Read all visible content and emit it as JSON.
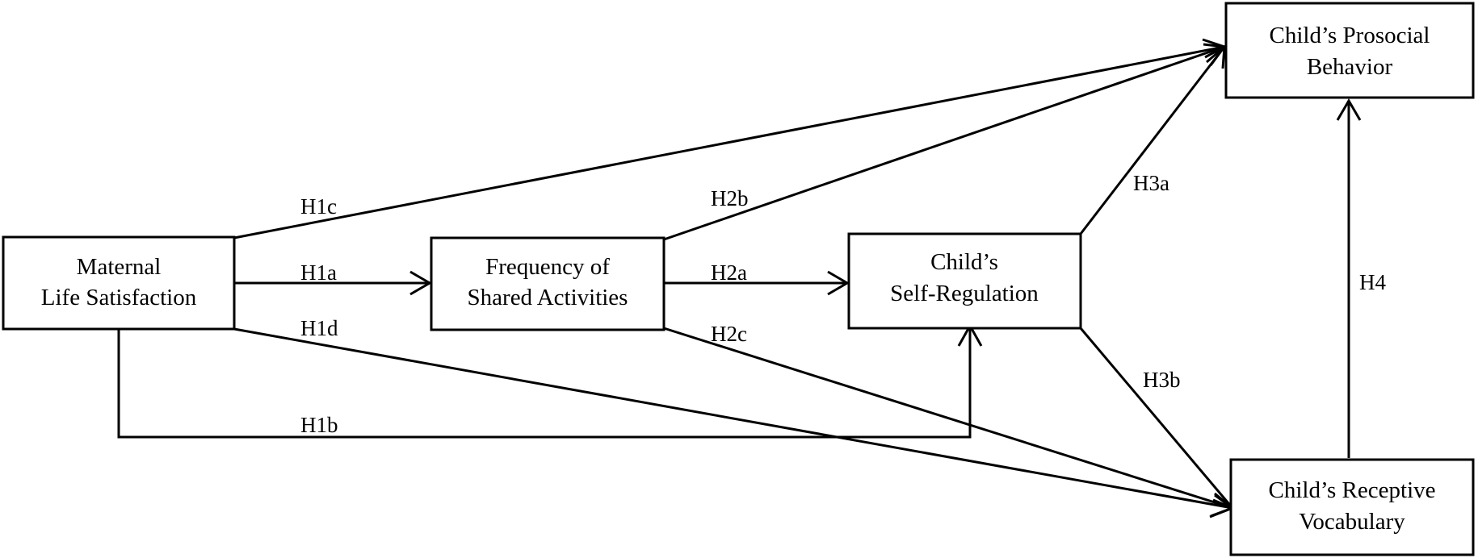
{
  "nodes": {
    "maternal": {
      "lines": [
        "Maternal",
        "Life Satisfaction"
      ]
    },
    "shared": {
      "lines": [
        "Frequency of",
        "Shared Activities"
      ]
    },
    "selfreg": {
      "lines": [
        "Child’s",
        "Self-Regulation"
      ]
    },
    "prosocial": {
      "lines": [
        "Child’s Prosocial",
        "Behavior"
      ]
    },
    "vocab": {
      "lines": [
        "Child’s Receptive",
        "Vocabulary"
      ]
    }
  },
  "edges": {
    "h1a": "H1a",
    "h1b": "H1b",
    "h1c": "H1c",
    "h1d": "H1d",
    "h2a": "H2a",
    "h2b": "H2b",
    "h2c": "H2c",
    "h3a": "H3a",
    "h3b": "H3b",
    "h4": "H4"
  },
  "colors": {
    "stroke": "#000000",
    "background": "#ffffff"
  }
}
